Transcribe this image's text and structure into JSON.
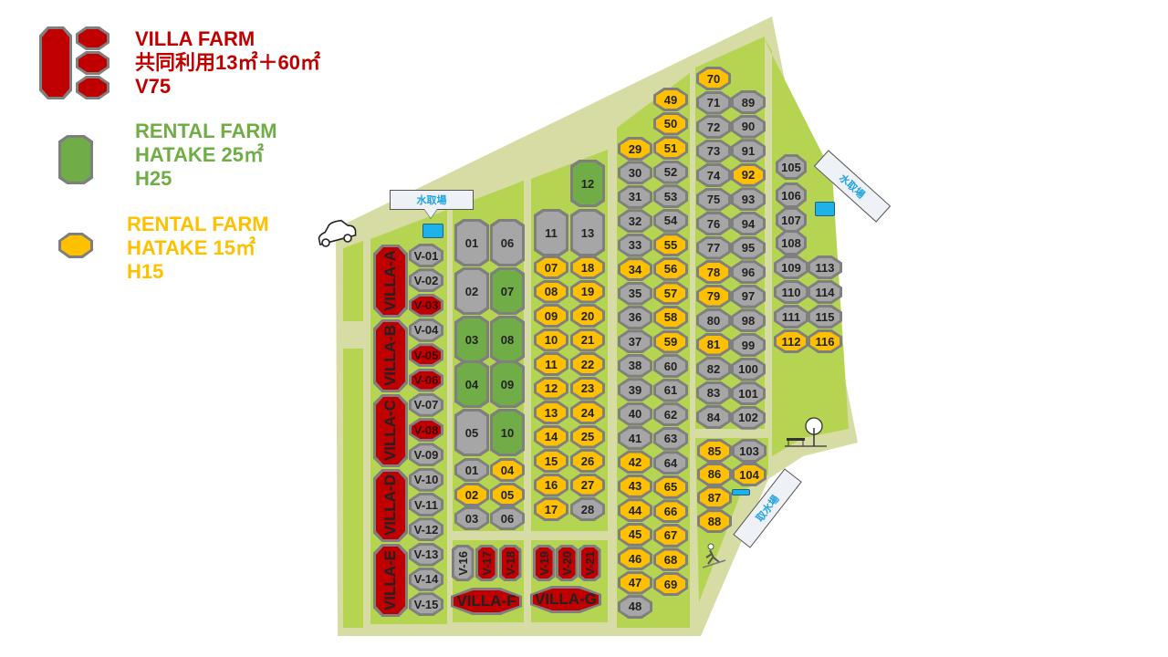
{
  "legend": [
    {
      "lines": [
        "VILLA FARM",
        "共同利用13㎡＋60㎡",
        "V75"
      ],
      "color": "#c00000"
    },
    {
      "lines": [
        "RENTAL FARM",
        "HATAKE 25㎡",
        "H25"
      ],
      "color": "#70ad47"
    },
    {
      "lines": [
        "RENTAL FARM",
        "HATAKE 15㎡",
        "H15"
      ],
      "color": "#ffc000"
    }
  ],
  "colors": {
    "r": "#c00000",
    "g": "#70ad47",
    "y": "#ffc000",
    "x": "#a6a6a6",
    "path": "#d6dca4",
    "grass": "#b5d452"
  },
  "signs": {
    "top": "水取場",
    "right": "水取場",
    "bottom": "取水場"
  },
  "plots": {
    "villa_big": [
      [
        "VILLA-A",
        "r"
      ],
      [
        "VILLA-B",
        "r"
      ],
      [
        "VILLA-C",
        "r"
      ],
      [
        "VILLA-D",
        "r"
      ],
      [
        "VILLA-E",
        "r"
      ]
    ],
    "villa_v": [
      [
        "V-01",
        "x"
      ],
      [
        "V-02",
        "x"
      ],
      [
        "V-03",
        "r"
      ],
      [
        "V-04",
        "x"
      ],
      [
        "V-05",
        "r"
      ],
      [
        "V-06",
        "r"
      ],
      [
        "V-07",
        "x"
      ],
      [
        "V-08",
        "r"
      ],
      [
        "V-09",
        "x"
      ],
      [
        "V-10",
        "x"
      ],
      [
        "V-11",
        "x"
      ],
      [
        "V-12",
        "x"
      ],
      [
        "V-13",
        "x"
      ],
      [
        "V-14",
        "x"
      ],
      [
        "V-15",
        "x"
      ]
    ],
    "h25_left": [
      [
        "01",
        "x"
      ],
      [
        "02",
        "x"
      ],
      [
        "03",
        "g"
      ],
      [
        "04",
        "g"
      ],
      [
        "05",
        "x"
      ]
    ],
    "h25_right": [
      [
        "06",
        "x"
      ],
      [
        "07",
        "g"
      ],
      [
        "08",
        "g"
      ],
      [
        "09",
        "g"
      ],
      [
        "10",
        "g"
      ]
    ],
    "small_left": [
      [
        "01",
        "x"
      ],
      [
        "02",
        "y"
      ],
      [
        "03",
        "x"
      ]
    ],
    "small_right": [
      [
        "04",
        "y"
      ],
      [
        "05",
        "y"
      ],
      [
        "06",
        "x"
      ]
    ],
    "villa_f_small": [
      [
        "V-16",
        "x"
      ],
      [
        "V-17",
        "r"
      ],
      [
        "V-18",
        "r"
      ]
    ],
    "villa_f": [
      [
        "VILLA-F",
        "r"
      ]
    ],
    "villa_g_small": [
      [
        "V-19",
        "r"
      ],
      [
        "V-20",
        "r"
      ],
      [
        "V-21",
        "r"
      ]
    ],
    "villa_g": [
      [
        "VILLA-G",
        "r"
      ]
    ],
    "col_11_13": [
      [
        "11",
        "x"
      ],
      [
        "13",
        "x"
      ]
    ],
    "col_12": [
      [
        "12",
        "g"
      ]
    ],
    "col_07_17": [
      [
        "07",
        "y"
      ],
      [
        "08",
        "y"
      ],
      [
        "09",
        "y"
      ],
      [
        "10",
        "y"
      ],
      [
        "11",
        "y"
      ],
      [
        "12",
        "y"
      ],
      [
        "13",
        "y"
      ],
      [
        "14",
        "y"
      ],
      [
        "15",
        "y"
      ],
      [
        "16",
        "y"
      ],
      [
        "17",
        "y"
      ]
    ],
    "col_18_28": [
      [
        "18",
        "y"
      ],
      [
        "19",
        "y"
      ],
      [
        "20",
        "y"
      ],
      [
        "21",
        "y"
      ],
      [
        "22",
        "y"
      ],
      [
        "23",
        "y"
      ],
      [
        "24",
        "y"
      ],
      [
        "25",
        "y"
      ],
      [
        "26",
        "y"
      ],
      [
        "27",
        "y"
      ],
      [
        "28",
        "x"
      ]
    ],
    "col_29_48": [
      [
        "29",
        "y"
      ],
      [
        "30",
        "x"
      ],
      [
        "31",
        "x"
      ],
      [
        "32",
        "x"
      ],
      [
        "33",
        "x"
      ],
      [
        "34",
        "y"
      ],
      [
        "35",
        "x"
      ],
      [
        "36",
        "x"
      ],
      [
        "37",
        "x"
      ],
      [
        "38",
        "x"
      ],
      [
        "39",
        "x"
      ],
      [
        "40",
        "x"
      ],
      [
        "41",
        "x"
      ],
      [
        "42",
        "y"
      ],
      [
        "43",
        "y"
      ],
      [
        "44",
        "y"
      ],
      [
        "45",
        "y"
      ],
      [
        "46",
        "y"
      ],
      [
        "47",
        "y"
      ],
      [
        "48",
        "x"
      ]
    ],
    "col_49_69": [
      [
        "49",
        "y"
      ],
      [
        "50",
        "y"
      ],
      [
        "51",
        "y"
      ],
      [
        "52",
        "x"
      ],
      [
        "53",
        "x"
      ],
      [
        "54",
        "x"
      ],
      [
        "55",
        "y"
      ],
      [
        "56",
        "y"
      ],
      [
        "57",
        "y"
      ],
      [
        "58",
        "y"
      ],
      [
        "59",
        "y"
      ],
      [
        "60",
        "x"
      ],
      [
        "61",
        "x"
      ],
      [
        "62",
        "x"
      ],
      [
        "63",
        "x"
      ],
      [
        "64",
        "x"
      ],
      [
        "65",
        "y"
      ],
      [
        "66",
        "y"
      ],
      [
        "67",
        "y"
      ],
      [
        "68",
        "y"
      ],
      [
        "69",
        "y"
      ]
    ],
    "col_70_84": [
      [
        "70",
        "y"
      ],
      [
        "71",
        "x"
      ],
      [
        "72",
        "x"
      ],
      [
        "73",
        "x"
      ],
      [
        "74",
        "x"
      ],
      [
        "75",
        "x"
      ],
      [
        "76",
        "x"
      ],
      [
        "77",
        "x"
      ],
      [
        "78",
        "y"
      ],
      [
        "79",
        "y"
      ],
      [
        "80",
        "x"
      ],
      [
        "81",
        "y"
      ],
      [
        "82",
        "x"
      ],
      [
        "83",
        "x"
      ],
      [
        "84",
        "x"
      ]
    ],
    "col_89_102": [
      [
        "89",
        "x"
      ],
      [
        "90",
        "x"
      ],
      [
        "91",
        "x"
      ],
      [
        "92",
        "y"
      ],
      [
        "93",
        "x"
      ],
      [
        "94",
        "x"
      ],
      [
        "95",
        "x"
      ],
      [
        "96",
        "x"
      ],
      [
        "97",
        "x"
      ],
      [
        "98",
        "x"
      ],
      [
        "99",
        "x"
      ],
      [
        "100",
        "x"
      ],
      [
        "101",
        "x"
      ],
      [
        "102",
        "x"
      ]
    ],
    "col_85_88": [
      [
        "85",
        "y"
      ],
      [
        "86",
        "y"
      ],
      [
        "87",
        "y"
      ],
      [
        "88",
        "y"
      ]
    ],
    "col_103_104": [
      [
        "103",
        "x"
      ],
      [
        "104",
        "y"
      ]
    ],
    "col_105_108": [
      [
        "105",
        "x"
      ],
      [
        "106",
        "x"
      ],
      [
        "107",
        "x"
      ],
      [
        "108",
        "x"
      ]
    ],
    "col_109_112": [
      [
        "109",
        "x"
      ],
      [
        "110",
        "x"
      ],
      [
        "111",
        "x"
      ],
      [
        "112",
        "y"
      ]
    ],
    "col_113_116": [
      [
        "113",
        "x"
      ],
      [
        "114",
        "x"
      ],
      [
        "115",
        "x"
      ],
      [
        "116",
        "y"
      ]
    ]
  }
}
